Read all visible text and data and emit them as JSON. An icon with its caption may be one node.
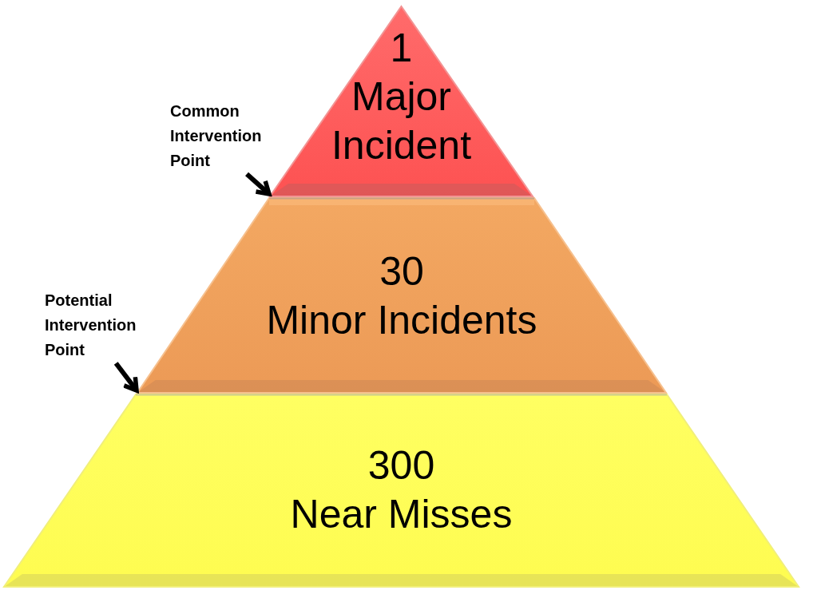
{
  "diagram": {
    "nodes": [
      {
        "text": [
          "1",
          "Major Incident"
        ]
      },
      {
        "text": [
          "30",
          "Minor Incidents"
        ]
      },
      {
        "text": [
          "300",
          "Near Misses"
        ]
      },
      {
        "text": [
          "Common Intervention Point"
        ]
      },
      {
        "text": [
          "Potential Intervention Point"
        ]
      }
    ],
    "edges": [
      {
        "from": 3,
        "to": 0,
        "arrow": "to"
      },
      {
        "from": 4,
        "to": 1,
        "arrow": "to"
      }
    ]
  }
}
